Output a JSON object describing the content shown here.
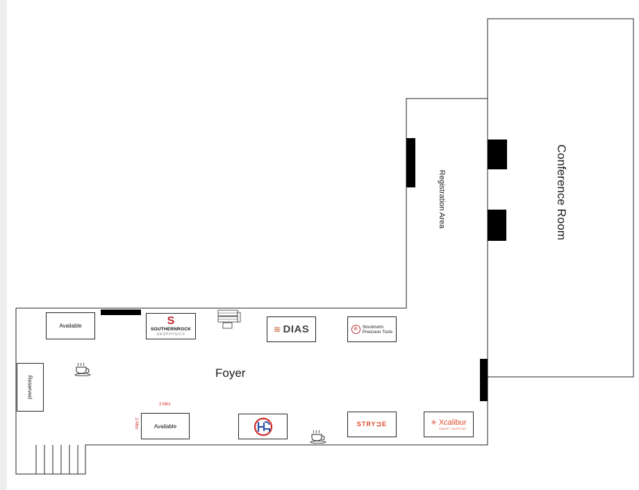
{
  "rooms": {
    "foyer": "Foyer",
    "conference_room": "Conference Room",
    "registration_area": "Registration Area"
  },
  "booths": {
    "available_top": "Available",
    "available_bottom": "Available",
    "reserved": "Reserved",
    "southernrock_line1": "SOUTHERNROCK",
    "southernrock_line2": "GEOPHYSICS",
    "dias": "DIAS",
    "stockholm_line1": "Stockholm",
    "stockholm_line2": "Precision Tools",
    "stryde": "STRY⊐E",
    "xcalibur_line1": "Xcalibur",
    "xcalibur_line2": "SMART MAPPING"
  },
  "dimensions": {
    "width": "2 Mtrs",
    "depth": "2 Mtrs"
  },
  "icons": [
    "coffee-icon",
    "coffee-icon",
    "display-equipment-icon",
    "stairs-icon",
    "hg-logo-icon"
  ],
  "colors": {
    "walls": "#222222",
    "doors": "#000000",
    "dimension_text": "#d42020",
    "accent": "#e04a2a"
  }
}
